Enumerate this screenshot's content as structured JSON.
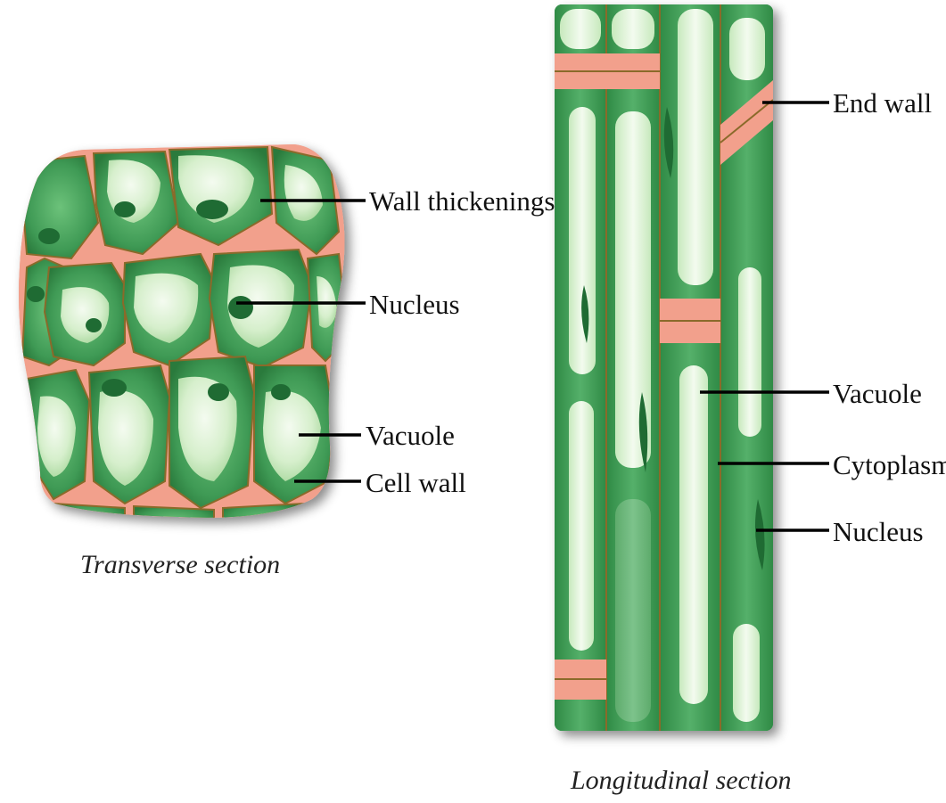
{
  "transverse": {
    "caption": "Transverse section",
    "labels": {
      "wall_thickenings": "Wall thickenings",
      "nucleus": "Nucleus",
      "vacuole": "Vacuole",
      "cell_wall": "Cell wall"
    }
  },
  "longitudinal": {
    "caption": "Longitudinal section",
    "labels": {
      "end_wall": "End wall",
      "vacuole": "Vacuole",
      "cytoplasm": "Cytoplasm",
      "nucleus": "Nucleus"
    }
  },
  "colors": {
    "cytoplasm_green": "#3f9a55",
    "dark_green": "#1f6b33",
    "vacuole_light": "#dff3d8",
    "wall_pink": "#f2a08c",
    "wall_line": "#8a6a2a"
  }
}
